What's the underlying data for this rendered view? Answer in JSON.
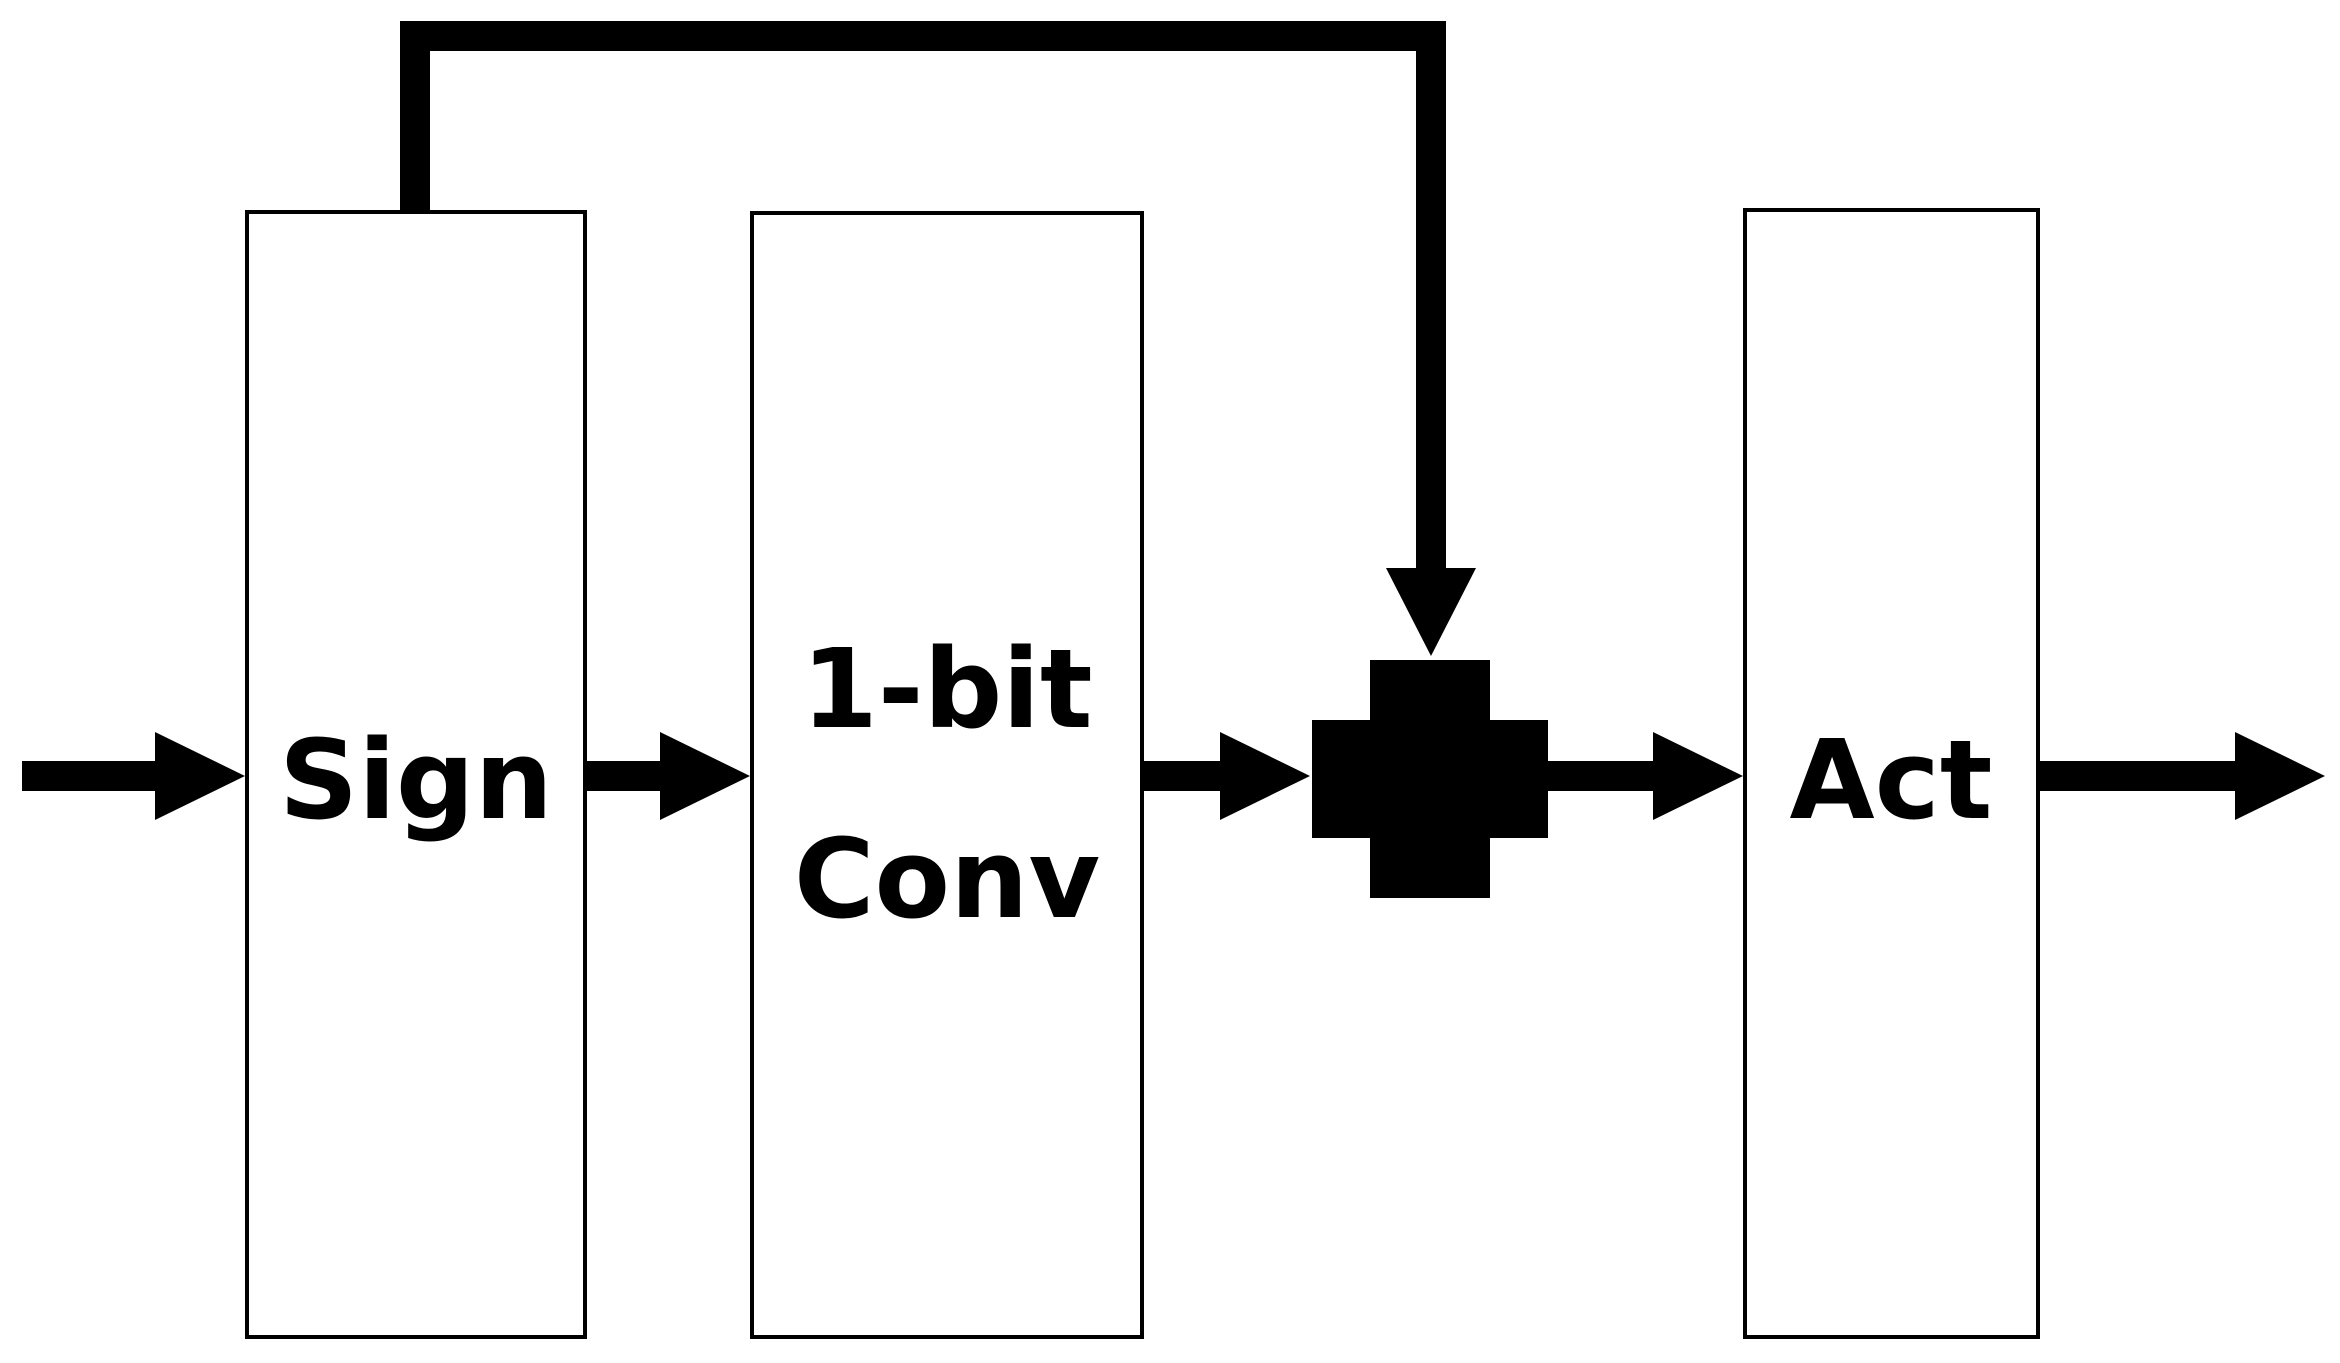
{
  "blocks": {
    "sign": {
      "label": "Sign"
    },
    "conv": {
      "line1": "1-bit",
      "line2": "Conv"
    },
    "act": {
      "label": "Act"
    }
  },
  "colors": {
    "stroke": "#000000",
    "fill": "#ffffff"
  },
  "nodes": {
    "sum": {
      "symbol": "plus-cross"
    }
  }
}
